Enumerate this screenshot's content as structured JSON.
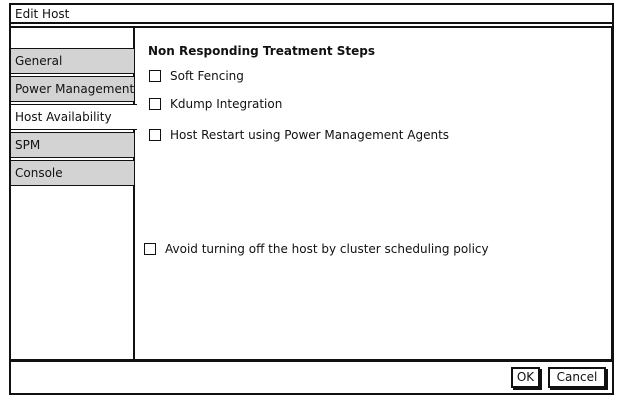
{
  "dialog": {
    "title": "Edit Host"
  },
  "sidebar": {
    "items": [
      {
        "label": "General",
        "active": false
      },
      {
        "label": "Power Management",
        "active": false
      },
      {
        "label": "Host Availability",
        "active": true
      },
      {
        "label": "SPM",
        "active": false
      },
      {
        "label": "Console",
        "active": false
      }
    ]
  },
  "main": {
    "section_title": "Non Responding Treatment Steps",
    "options": [
      {
        "label": "Soft Fencing",
        "checked": false
      },
      {
        "label": "Kdump Integration",
        "checked": false
      },
      {
        "label": "Host Restart using Power Management Agents",
        "checked": false
      }
    ],
    "policy_option": {
      "label": "Avoid turning off the host by cluster scheduling policy",
      "checked": false
    }
  },
  "footer": {
    "ok_label": "OK",
    "cancel_label": "Cancel"
  }
}
